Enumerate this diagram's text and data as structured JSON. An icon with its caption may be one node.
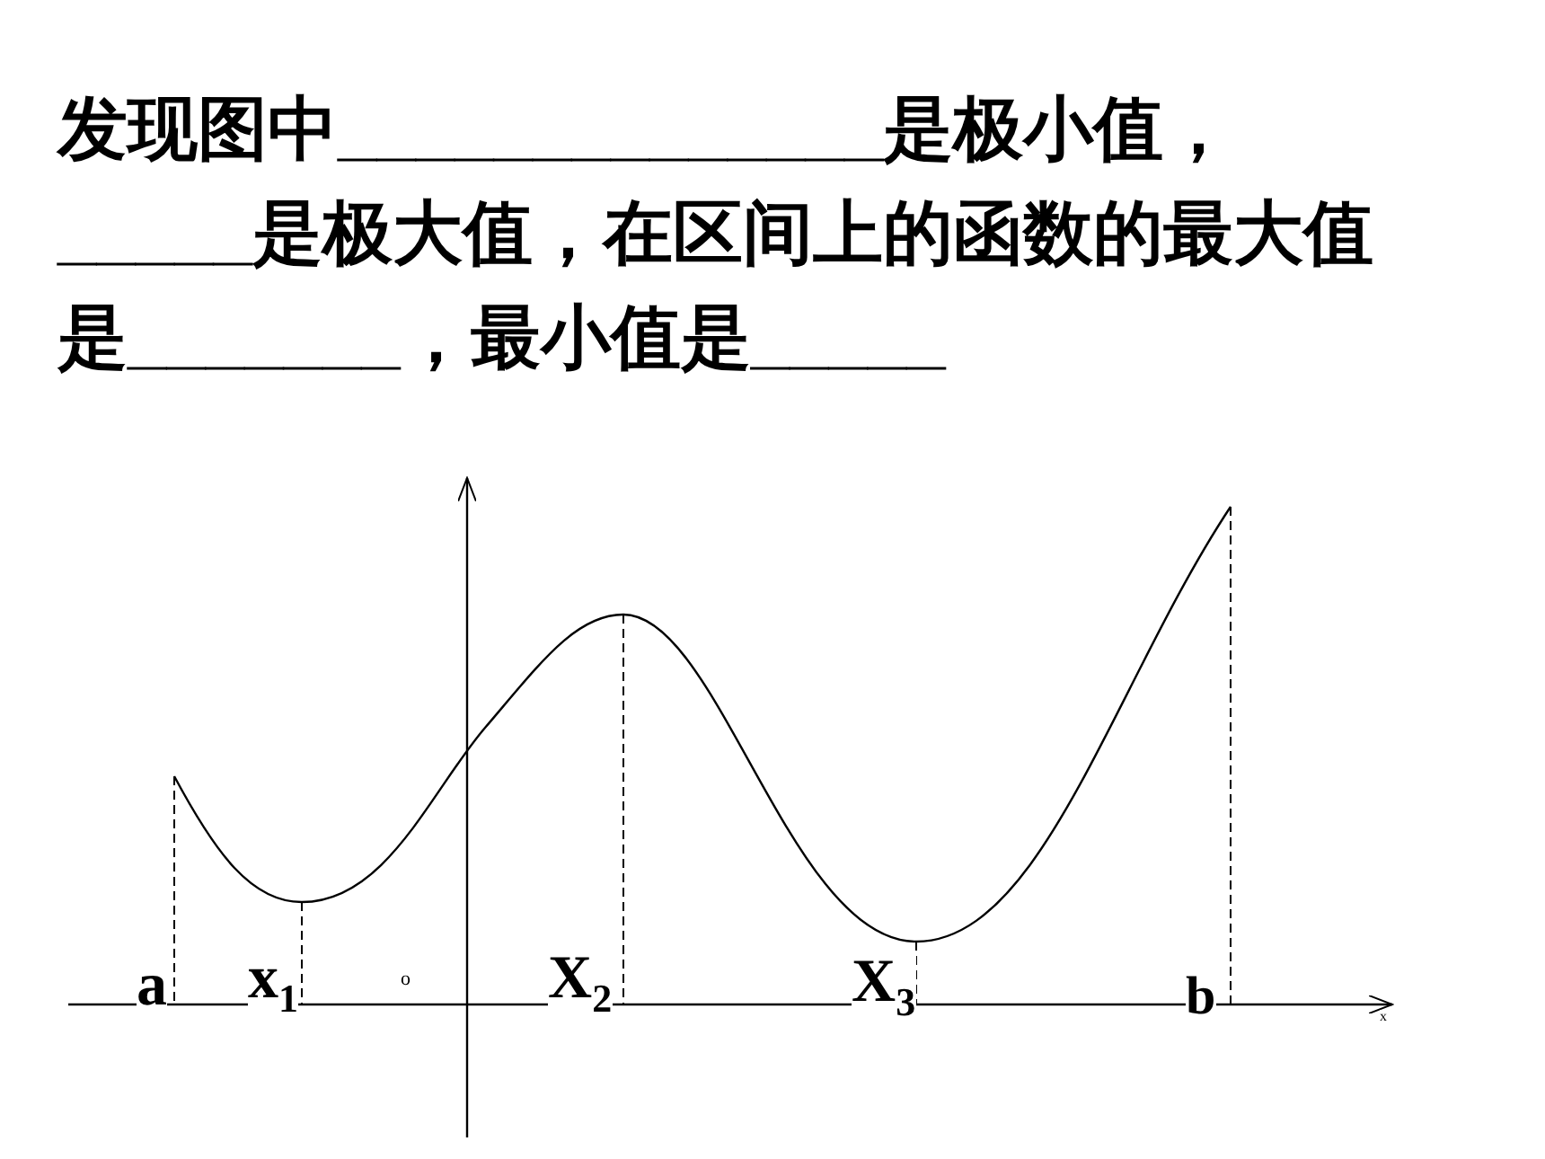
{
  "diagram": {
    "title": "发现图中______________是极小值，_____是极大值，在区间上的函数的最大值是_______，最小值是_____",
    "labels": [
      "a",
      "x$_{1}$",
      "o",
      "X$_{2}$",
      "X$_{3}$",
      "b",
      "x"
    ]
  }
}
